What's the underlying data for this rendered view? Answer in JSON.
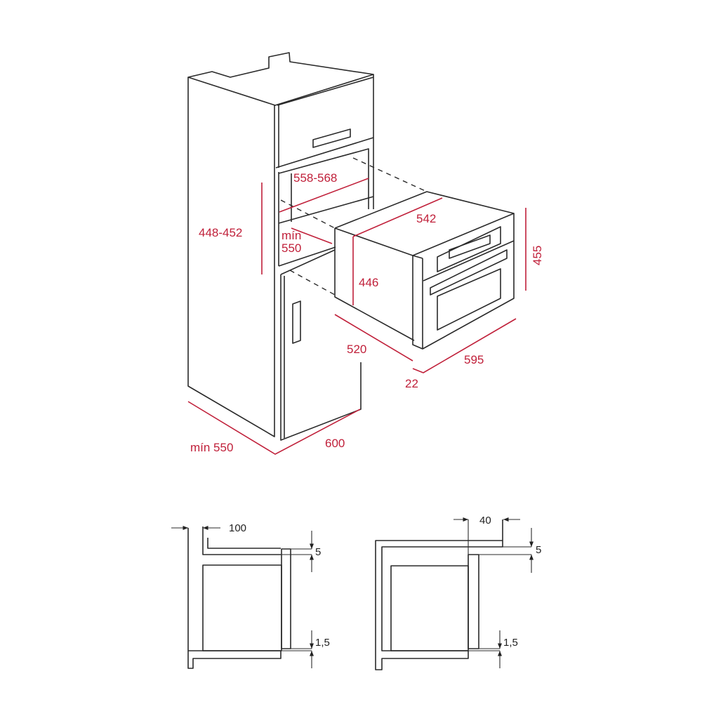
{
  "colors": {
    "dimension": "#c0203a",
    "line": "#2a2a2a"
  },
  "iso_view": {
    "niche_height": "448-452",
    "niche_width": "558-568",
    "niche_depth_min_word": "mín",
    "niche_depth_min_value": "550",
    "oven_width_body": "542",
    "oven_height_body": "446",
    "oven_height_total": "455",
    "oven_depth": "520",
    "oven_width_total": "595",
    "front_panel_depth": "22",
    "cabinet_width": "600",
    "cabinet_depth": "mín 550"
  },
  "section_left": {
    "gap_depth": "100",
    "top_gap": "5",
    "bottom_gap": "1,5"
  },
  "section_right": {
    "gap_depth": "40",
    "top_gap": "5",
    "bottom_gap": "1,5"
  }
}
